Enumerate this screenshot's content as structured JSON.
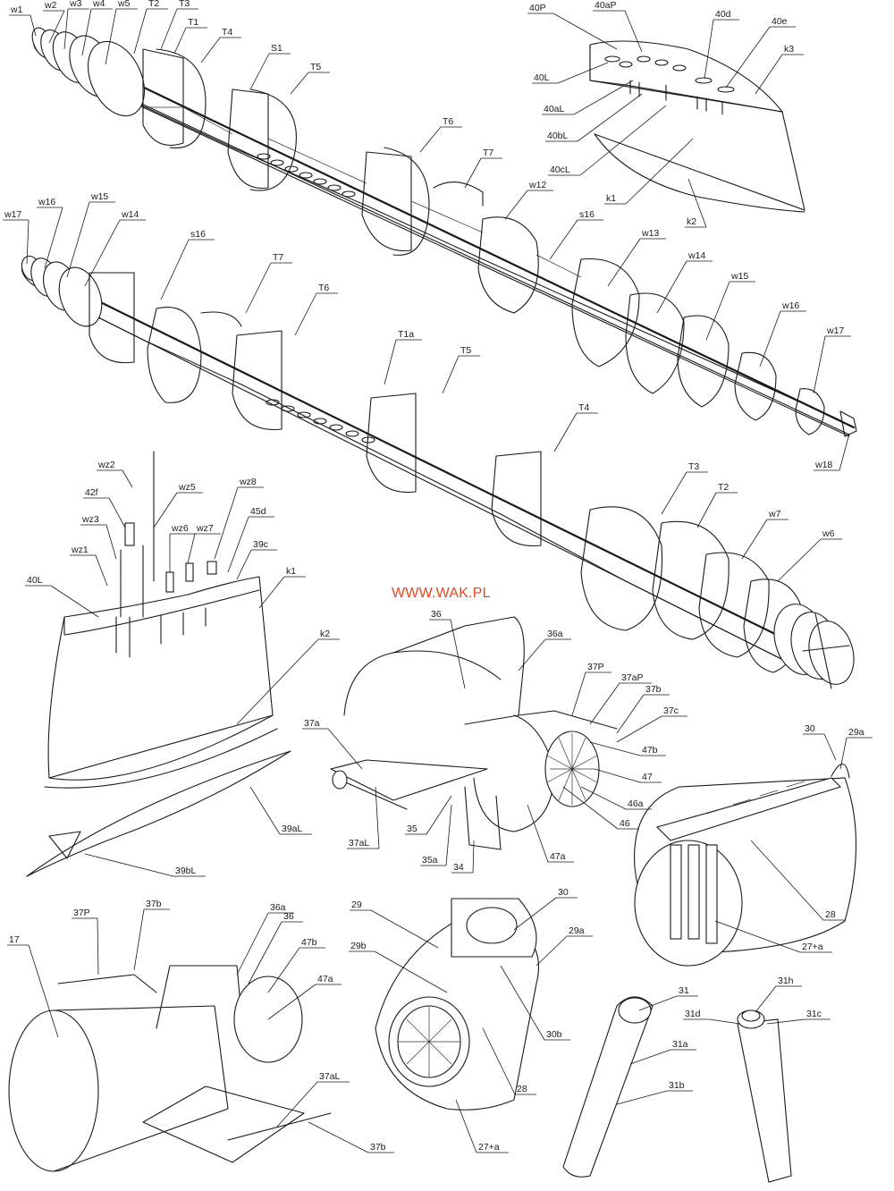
{
  "publisher_mark": "WWW.WAK.PL",
  "colors": {
    "line": "#1a1a1a",
    "brand": "#e8471c",
    "paper": "#ffffff"
  },
  "labels": {
    "w1": "w1",
    "w2": "w2",
    "w3": "w3",
    "w4": "w4",
    "w5": "w5",
    "T2": "T2",
    "T3": "T3",
    "T1": "T1",
    "T4": "T4",
    "S1": "S1",
    "T5": "T5",
    "T6": "T6",
    "T7": "T7",
    "w12": "w12",
    "s16": "s16",
    "w13": "w13",
    "w14": "w14",
    "w15": "w15",
    "w16": "w16",
    "w17": "w17",
    "w18": "w18",
    "p40P": "40P",
    "p40aP": "40aP",
    "p40d": "40d",
    "p40e": "40e",
    "k3": "k3",
    "p40L": "40L",
    "p40aL": "40aL",
    "p40bL": "40bL",
    "p40cL": "40cL",
    "k1": "k1",
    "k2": "k2",
    "b_w17": "w17",
    "b_w16": "w16",
    "b_w15": "w15",
    "b_w14": "w14",
    "b_s16": "s16",
    "b_T7": "T7",
    "b_T6": "T6",
    "b_T1a": "T1a",
    "b_T5": "T5",
    "b_T4": "T4",
    "b_T3": "T3",
    "b_T2": "T2",
    "b_w7": "w7",
    "b_w6": "w6",
    "wz2": "wz2",
    "wz5": "wz5",
    "p42f": "42f",
    "wz8": "wz8",
    "wz3": "wz3",
    "wz6": "wz6",
    "wz7": "wz7",
    "p45d": "45d",
    "wz1": "wz1",
    "p39c": "39c",
    "s_40L": "40L",
    "s_k1": "k1",
    "s_k2": "k2",
    "p39aL": "39aL",
    "p39bL": "39bL",
    "r36": "36",
    "r36a": "36a",
    "r37P": "37P",
    "r37aP": "37aP",
    "r37b": "37b",
    "r37c": "37c",
    "r37a": "37a",
    "r47b": "47b",
    "r47": "47",
    "r46a": "46a",
    "r46": "46",
    "r37aL": "37aL",
    "r35": "35",
    "r35a": "35a",
    "r34": "34",
    "r47a": "47a",
    "c30": "30",
    "c29a": "29a",
    "c28": "28",
    "c27a": "27+a",
    "l17": "17",
    "l37P": "37P",
    "l37b": "37b",
    "l36a": "36a",
    "l36": "36",
    "l47b": "47b",
    "l47a": "47a",
    "l37aL": "37aL",
    "l37b2": "37b",
    "m29": "29",
    "m30": "30",
    "m29a": "29a",
    "m29b": "29b",
    "m30b": "30b",
    "m28": "28",
    "m27a": "27+a",
    "t31": "31",
    "t31h": "31h",
    "t31d": "31d",
    "t31c": "31c",
    "t31a": "31a",
    "t31b": "31b"
  }
}
